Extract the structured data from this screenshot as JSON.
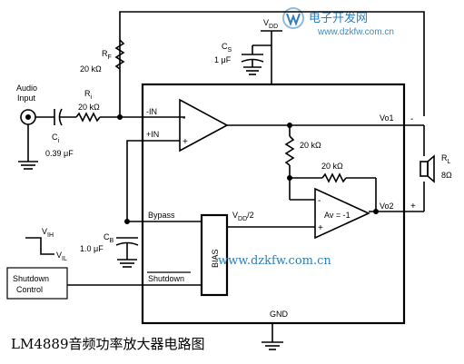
{
  "watermark": {
    "title": "电子开发网",
    "url": "www.dzkfw.com.cn",
    "center_url": "www.dzkfw.com.cn",
    "color": "#2f7fb8"
  },
  "caption": "LM4889音频功率放大器电路图",
  "labels": {
    "audio_input_1": "Audio",
    "audio_input_2": "Input",
    "rf_main": "R",
    "rf_sub": "F",
    "rf_value": "20 kΩ",
    "ri_main": "R",
    "ri_sub": "i",
    "ri_value": "20 kΩ",
    "ci_main": "C",
    "ci_sub": "i",
    "ci_value": "0.39 μF",
    "cs_main": "C",
    "cs_sub": "S",
    "cs_value": "1 μF",
    "vdd_main": "V",
    "vdd_sub": "DD",
    "minus_in": "-IN",
    "plus_in": "+IN",
    "opamp1_minus": "-",
    "opamp1_plus": "+",
    "opamp2_minus": "-",
    "opamp2_plus": "+",
    "r_fb1": "20 kΩ",
    "r_fb2": "20 kΩ",
    "av": "Av = -1",
    "vo1": "Vo1",
    "vo2": "Vo2",
    "vo1_sign": "-",
    "vo2_sign": "+",
    "rl_main": "R",
    "rl_sub": "L",
    "rl_value": "8Ω",
    "bypass": "Bypass",
    "vdd2_main": "V",
    "vdd2_sub": "DD",
    "vdd2_tail": "/2",
    "bias": "BIAS",
    "cb_main": "C",
    "cb_sub": "B",
    "cb_value": "1.0 μF",
    "vih_main": "V",
    "vih_sub": "IH",
    "vil_main": "V",
    "vil_sub": "IL",
    "shutdown_pin": "Shutdown",
    "shutdown_ctrl_1": "Shutdown",
    "shutdown_ctrl_2": "Control",
    "gnd": "GND"
  }
}
